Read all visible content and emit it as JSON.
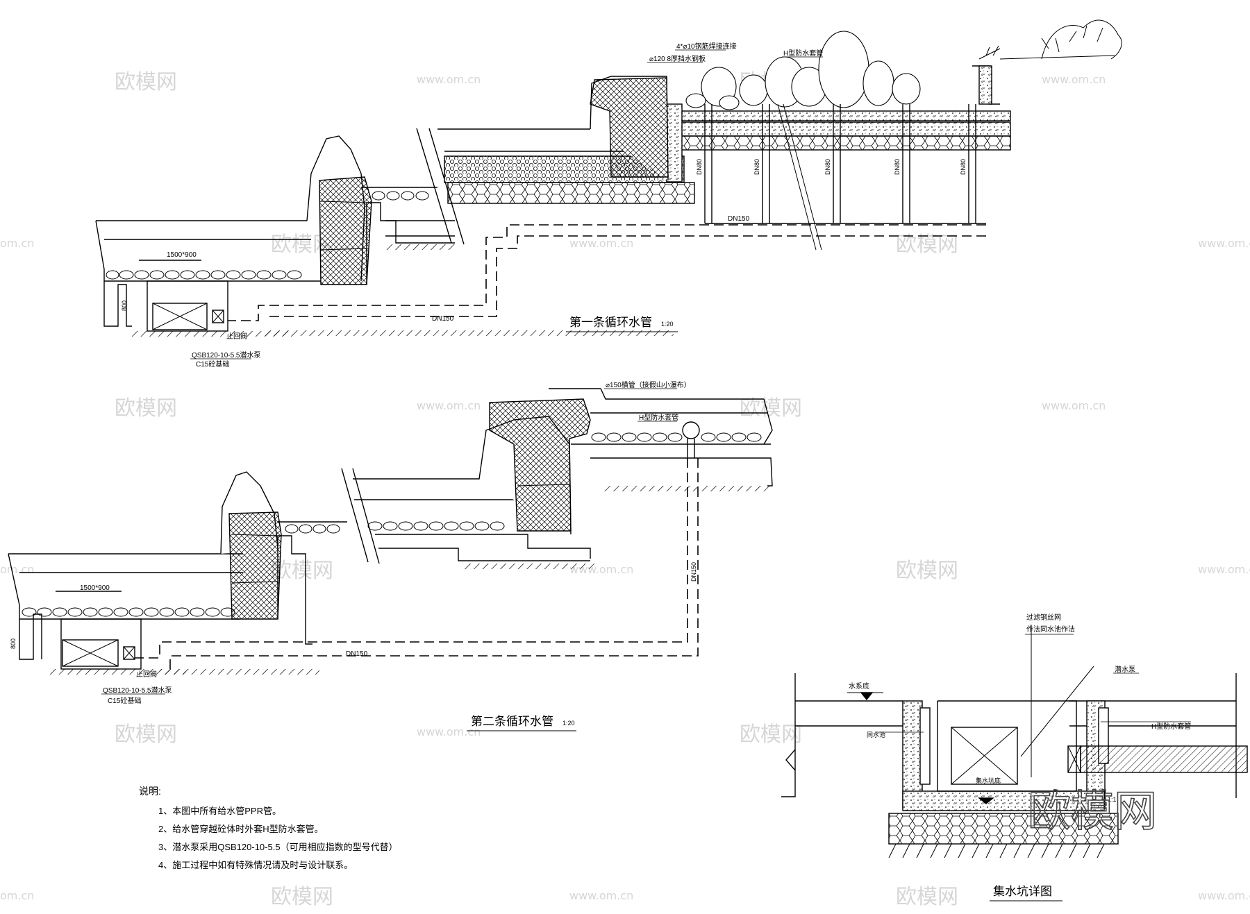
{
  "diagram1": {
    "title": "第一条循环水管",
    "scale": "1:20",
    "labels": {
      "rebar": "4*⌀10钢筋焊接连接",
      "plate": "⌀120 8厚挡水钢板",
      "sleeve": "H型防水套管",
      "dn80": "DN80",
      "dn150_upper": "DN150",
      "dn150_lower": "DN150",
      "pit_size": "1500*900",
      "depth": "800",
      "check_valve": "止回阀",
      "pump": "QSB120-10-5.5潜水泵",
      "base": "C15砼基础"
    }
  },
  "diagram2": {
    "title": "第二条循环水管",
    "scale": "1:20",
    "labels": {
      "pipe": "⌀150横管（接假山小瀑布）",
      "sleeve": "H型防水套管",
      "dn150_vertical": "DN150",
      "dn150_lower": "DN150",
      "pit_size": "1500*900",
      "depth": "800",
      "check_valve": "止回阀",
      "pump": "QSB120-10-5.5潜水泵",
      "base": "C15砼基础"
    }
  },
  "detail": {
    "title": "集水坑详图",
    "labels": {
      "screen": "过滤钢丝网",
      "screen_note": "作法同水池作法",
      "pump": "潜水泵",
      "water_bottom": "水系底",
      "sleeve": "H型防水套管",
      "pool_wall": "同水池",
      "pit_bottom": "集水坑底",
      "dim": "1:1"
    }
  },
  "notes": {
    "heading": "说明:",
    "items": [
      "1、本图中所有给水管PPR管。",
      "2、给水管穿越砼体时外套H型防水套管。",
      "3、潜水泵采用QSB120-10-5.5（可用相应指数的型号代替）",
      "4、施工过程中如有特殊情况请及时与设计联系。"
    ]
  },
  "watermarks": {
    "brand": "欧模网",
    "url": "www.om.cn",
    "url_short": "om.cn"
  }
}
